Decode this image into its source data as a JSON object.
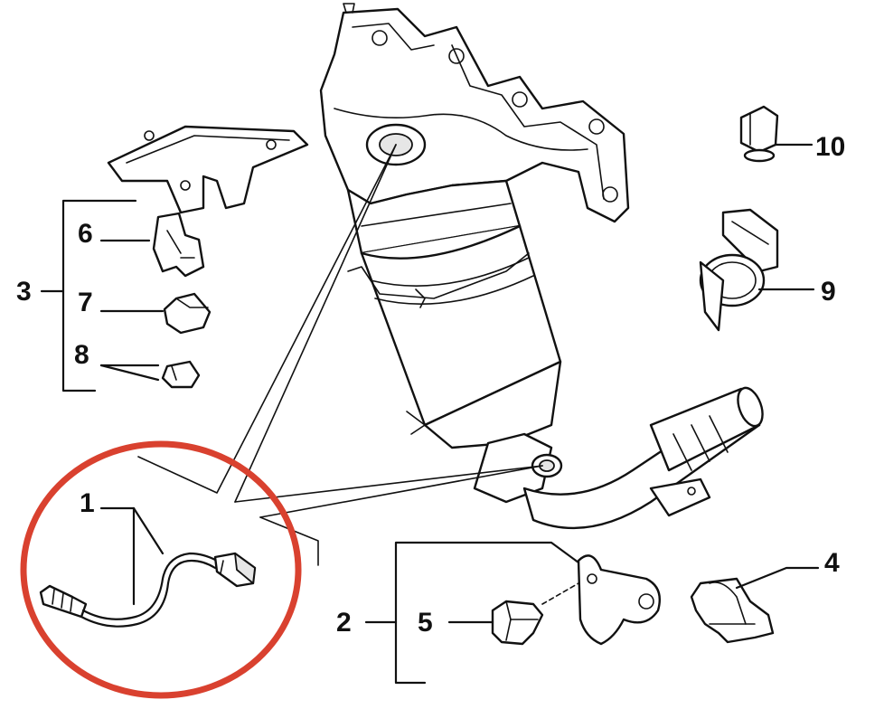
{
  "labels": {
    "p1": "1",
    "p2": "2",
    "p3": "3",
    "p4": "4",
    "p5": "5",
    "p6": "6",
    "p7": "7",
    "p8": "8",
    "p9": "9",
    "p10": "10"
  },
  "colors": {
    "line": "#111111",
    "highlight_circle": "#d9412f",
    "background": "#ffffff"
  }
}
